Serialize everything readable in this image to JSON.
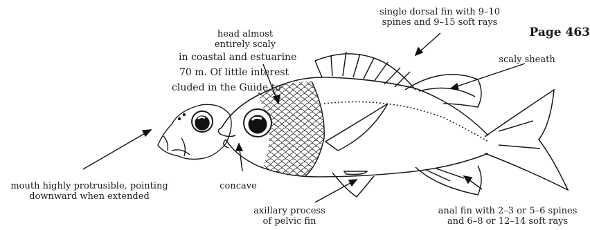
{
  "page": {
    "label": "Page 463"
  },
  "body_text": {
    "line1": "in coastal and estuarine",
    "line2": "70 m. Of little interest",
    "line3": "cluded in the Guide to"
  },
  "labels": {
    "head_scaly": [
      "head almost",
      "entirely scaly"
    ],
    "dorsal_fin": [
      "single dorsal fin with 9–10",
      "spines and 9–15 soft rays"
    ],
    "scaly_sheath": "scaly sheath",
    "mouth": [
      "mouth highly protrusible, pointing",
      "downward when extended"
    ],
    "concave": "concave",
    "axillary": [
      "axillary process",
      "of pelvic fin"
    ],
    "anal_fin": [
      "anal fin with 2–3 or 5–6 spines",
      "and 6–8 or 12–14 soft rays"
    ]
  }
}
